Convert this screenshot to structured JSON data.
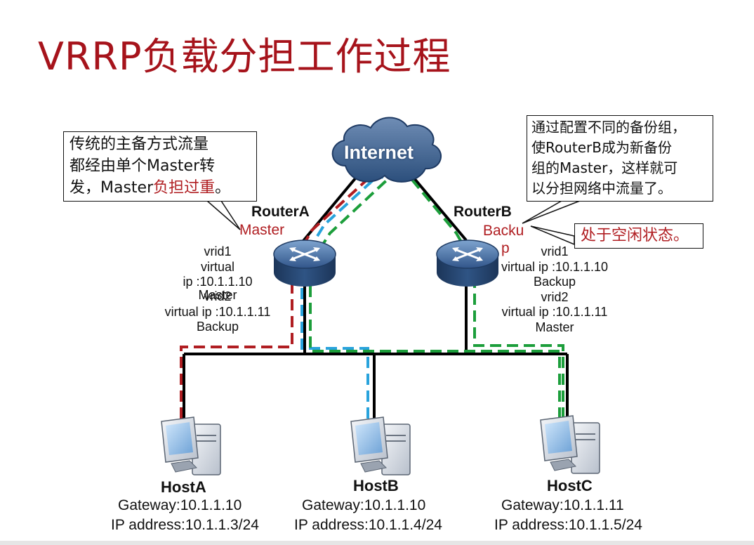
{
  "title": "VRRP负载分担工作过程",
  "internet_label": "Internet",
  "callouts": {
    "left": {
      "line1": "传统的主备方式流量",
      "line2": "都经由单个Master转",
      "line3_prefix": "发，Master",
      "line3_red": "负担过重",
      "line3_suffix": "。"
    },
    "right": {
      "lines": [
        "通过配置不同的备份组，",
        "使RouterB成为新备份",
        "组的Master，这样就可",
        "以分担网络中流量了。"
      ]
    },
    "idle": "处于空闲状态。"
  },
  "routers": {
    "a": {
      "name": "RouterA",
      "role": "Master",
      "config": [
        "vrid1",
        "virtual",
        "ip :10.1.1.10",
        "Master",
        "vrid2",
        "virtual ip :10.1.1.11",
        "Backup"
      ]
    },
    "b": {
      "name": "RouterB",
      "role_line1": "Backu",
      "role_line2": "p",
      "config": [
        "vrid1",
        "virtual ip :10.1.1.10",
        "Backup",
        "vrid2",
        "virtual ip :10.1.1.11",
        "Master"
      ]
    }
  },
  "hosts": [
    {
      "name": "HostA",
      "gateway": "Gateway:10.1.1.10",
      "ip": "IP address:10.1.1.3/24"
    },
    {
      "name": "HostB",
      "gateway": "Gateway:10.1.1.10",
      "ip": "IP address:10.1.1.4/24"
    },
    {
      "name": "HostC",
      "gateway": "Gateway:10.1.1.11",
      "ip": "IP address:10.1.1.5/24"
    }
  ],
  "colors": {
    "title": "#a6131b",
    "path_red": "#b01e22",
    "path_blue": "#29a3dc",
    "path_green": "#1c9e3b"
  }
}
